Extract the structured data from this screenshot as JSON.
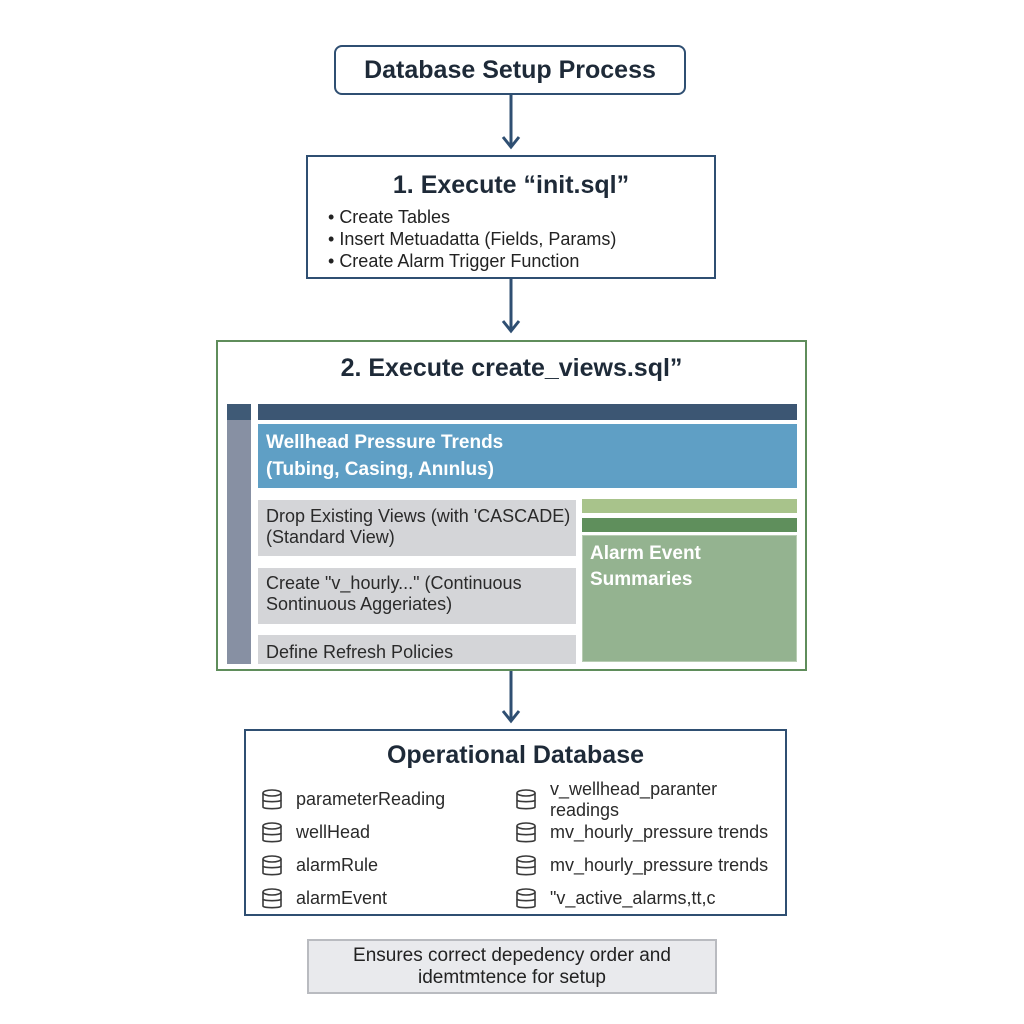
{
  "title": "Database Setup Process",
  "step1": {
    "heading": "1. Execute “init.sql”",
    "bullets": [
      "Create Tables",
      "Insert Metuadatta (Fields, Params)",
      "Create Alarm Trigger Function"
    ]
  },
  "step2": {
    "heading": "2. Execute create_views.sql”",
    "blue_panel": {
      "line1": "Wellhead Pressure Trends",
      "line2": "(Tubing, Casing, Anınlus)"
    },
    "grey_items": [
      {
        "line1": "Drop Existing Views (with 'CASCADE)",
        "line2": "(Standard View)"
      },
      {
        "line1": "Create \"v_hourly...\" (Continuous",
        "line2": "Sontinuous Aggeriates)"
      },
      {
        "line1": "Define Refresh Policies",
        "line2": ""
      }
    ],
    "green_panel": {
      "line1": "Alarm Event",
      "line2": "Summaries"
    }
  },
  "operational_db": {
    "heading": "Operational Database",
    "tables": [
      "parameterReading",
      "wellHead",
      "alarmRule",
      "alarmEvent"
    ],
    "views": [
      "v_wellhead_paranter readings",
      "mv_hourly_pressure trends",
      "mv_hourly_pressure trends",
      "\"v_active_alarms,tt,c"
    ]
  },
  "note": {
    "line1": "Ensures correct depedency order and",
    "line2": "idemtmtence for setup"
  },
  "colors": {
    "navy": "#2f4f72",
    "green_border": "#5f8d5b",
    "blue_panel": "#5f9fc5",
    "green_panel": "#94b390",
    "grey_item": "#d4d5d8"
  },
  "icons": {
    "arrow": "arrow-down-icon",
    "db": "database-cylinder-icon"
  }
}
